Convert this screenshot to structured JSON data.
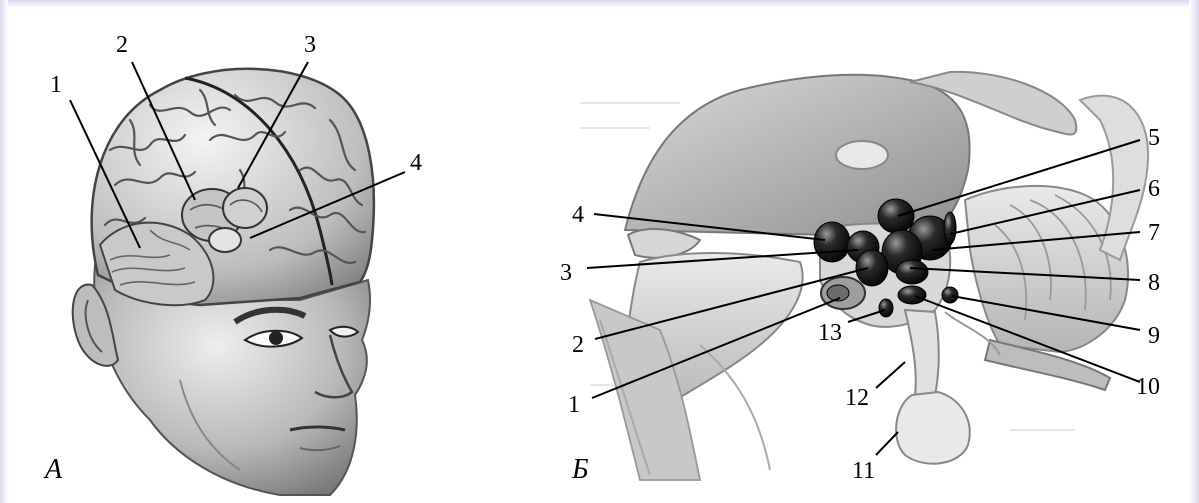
{
  "panels": {
    "a": {
      "letter": "А",
      "labels": [
        "1",
        "2",
        "3",
        "4"
      ]
    },
    "b": {
      "letter": "Б",
      "labels": [
        "1",
        "2",
        "3",
        "4",
        "5",
        "6",
        "7",
        "8",
        "9",
        "10",
        "11",
        "12",
        "13"
      ]
    }
  },
  "colors": {
    "frame_edge": "#d8d8ee",
    "ink": "#000000"
  }
}
